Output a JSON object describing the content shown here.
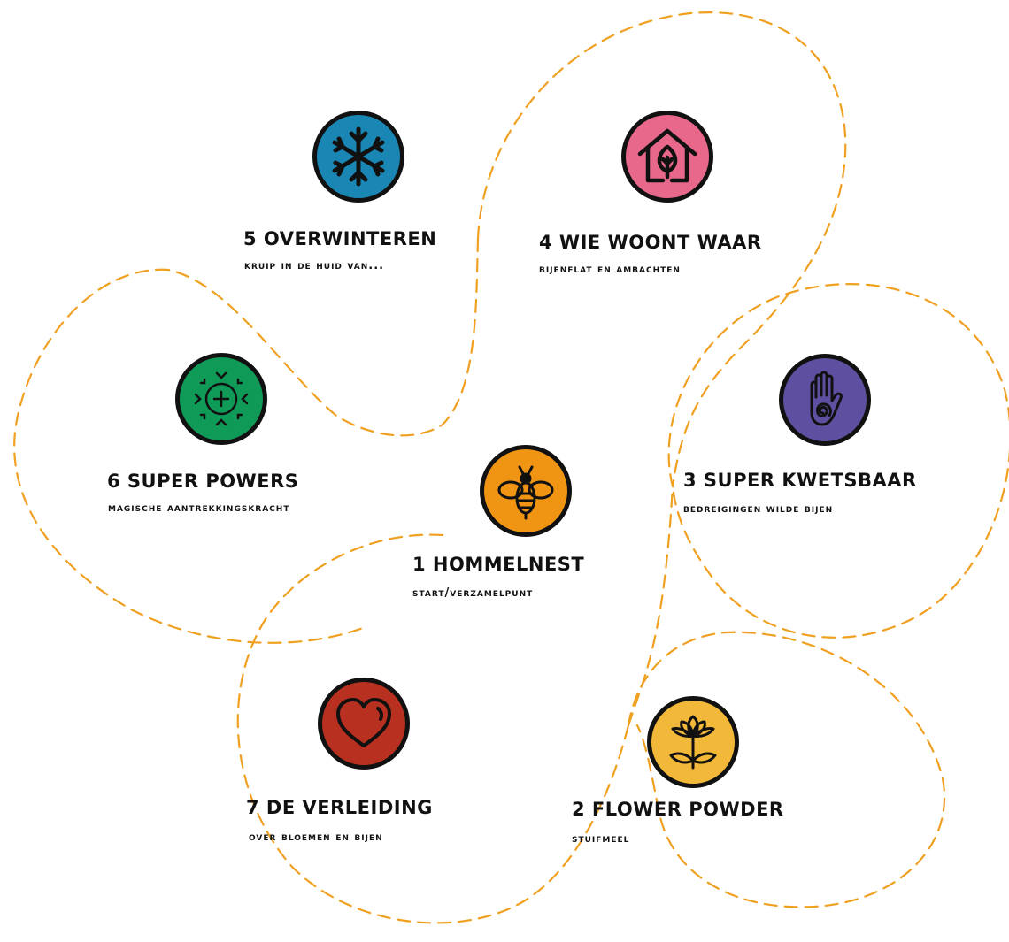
{
  "colors": {
    "trail": "#f0a020",
    "snow": "#1a86b3",
    "house": "#e7688a",
    "powers": "#0f9a57",
    "hand": "#5f4fa0",
    "bee": "#ef9413",
    "heart": "#b8301f",
    "flower": "#f2b83a",
    "ink": "#111111"
  },
  "stations": [
    {
      "id": "1",
      "title": "1 HOMMELNEST",
      "subtitle": "start/verzamelpunt",
      "icon": "bee-icon"
    },
    {
      "id": "2",
      "title": "2 FLOWER POWDER",
      "subtitle": "stuifmeel",
      "icon": "flower-icon"
    },
    {
      "id": "3",
      "title": "3 SUPER KWETSBAAR",
      "subtitle": "bedreigingen wilde bijen",
      "icon": "hand-icon"
    },
    {
      "id": "4",
      "title": "4 WIE WOONT WAAR",
      "subtitle": "bijenflat en ambachten",
      "icon": "house-leaf-icon"
    },
    {
      "id": "5",
      "title": "5 OVERWINTEREN",
      "subtitle": "kruip in de huid van...",
      "icon": "snowflake-icon"
    },
    {
      "id": "6",
      "title": "6 SUPER POWERS",
      "subtitle": "magische aantrekkingskracht",
      "icon": "target-icon"
    },
    {
      "id": "7",
      "title": "7 DE VERLEIDING",
      "subtitle": "over bloemen en bijen",
      "icon": "heart-icon"
    }
  ]
}
